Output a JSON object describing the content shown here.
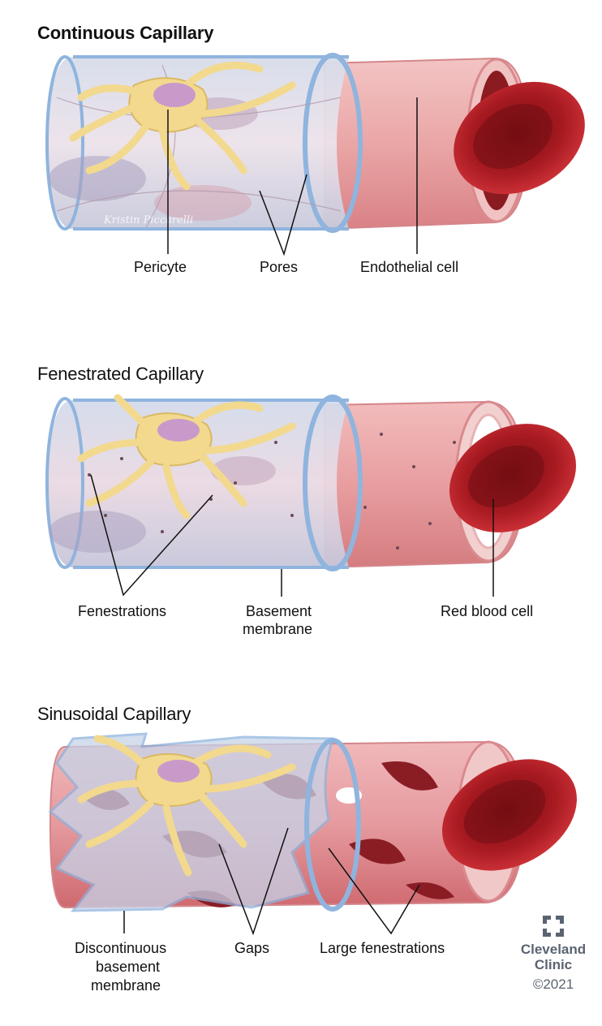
{
  "panels": [
    {
      "title": "Continuous Capillary",
      "labels": [
        "Pericyte",
        "Pores",
        "Endothelial cell"
      ],
      "signature": "Kristin Piccarelli"
    },
    {
      "title": "Fenestrated Capillary",
      "labels": [
        "Fenestrations",
        "Basement",
        "membrane",
        "Red blood cell"
      ]
    },
    {
      "title": "Sinusoidal Capillary",
      "labels": [
        "Discontinuous",
        "basement",
        "membrane",
        "Gaps",
        "Large fenestrations"
      ]
    }
  ],
  "brand": {
    "icon": "cleveland-clinic-cross-icon",
    "name_line1": "Cleveland",
    "name_line2": "Clinic",
    "copyright": "©2021"
  },
  "colors": {
    "sheath": "#c9d6ea",
    "sheath_edge": "#8fb4de",
    "tube_pink": "#e79a9c",
    "tube_dark": "#c4545a",
    "rbc": "#b81f25",
    "rbc_dark": "#6f0f14",
    "pericyte": "#f2d98e",
    "nucleus": "#c99ac9"
  }
}
